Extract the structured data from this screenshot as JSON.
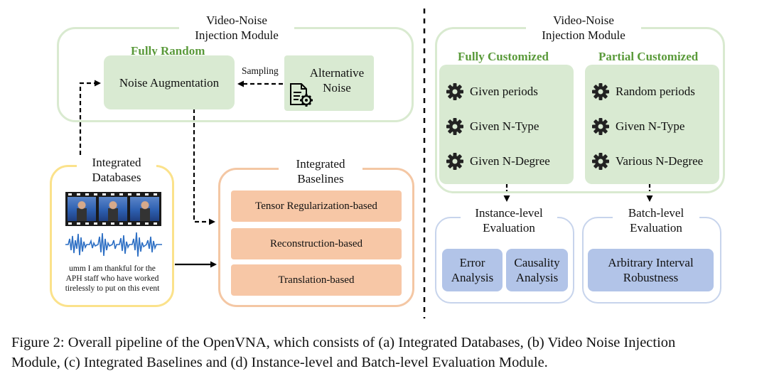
{
  "left_module": {
    "title_line1": "Video-Noise",
    "title_line2": "Injection Module",
    "mode_label": "Fully Random",
    "noise_augmentation": "Noise Augmentation",
    "sampling": "Sampling",
    "alt_noise_line1": "Alternative",
    "alt_noise_line2": "Noise"
  },
  "databases": {
    "title_line1": "Integrated",
    "title_line2": "Databases",
    "transcript_line1": "umm I am thankful for the",
    "transcript_line2": "APH staff who have worked",
    "transcript_line3": "tirelessly to put on this event"
  },
  "baselines": {
    "title_line1": "Integrated",
    "title_line2": "Baselines",
    "items": [
      "Tensor Regularization-based",
      "Reconstruction-based",
      "Translation-based"
    ]
  },
  "right_module": {
    "title_line1": "Video-Noise",
    "title_line2": "Injection Module",
    "fully_customized": {
      "title": "Fully Customized",
      "items": [
        "Given periods",
        "Given N-Type",
        "Given N-Degree"
      ]
    },
    "partial_customized": {
      "title": "Partial Customized",
      "items": [
        "Random periods",
        "Given N-Type",
        "Various N-Degree"
      ]
    }
  },
  "instance_eval": {
    "title_line1": "Instance-level",
    "title_line2": "Evaluation",
    "error_line1": "Error",
    "error_line2": "Analysis",
    "causality_line1": "Causality",
    "causality_line2": "Analysis"
  },
  "batch_eval": {
    "title_line1": "Batch-level",
    "title_line2": "Evaluation",
    "arbitrary_line1": "Arbitrary Interval",
    "arbitrary_line2": "Robustness"
  },
  "caption": {
    "line1": "Figure 2: Overall pipeline of the OpenVNA, which consists of (a) Integrated Databases, (b) Video Noise Injection",
    "line2": "Module, (c) Integrated Baselines and (d) Instance-level and Batch-level Evaluation Module."
  },
  "colors": {
    "green_border": "#d9ead0",
    "green_fill": "#d9ead2",
    "green_title": "#5a9a3a",
    "orange_border": "#f4c7a4",
    "orange_fill": "#f7c7a6",
    "yellow_border": "#fbe28b",
    "blue_border": "#c7d4ec",
    "blue_fill": "#b2c4e8"
  }
}
